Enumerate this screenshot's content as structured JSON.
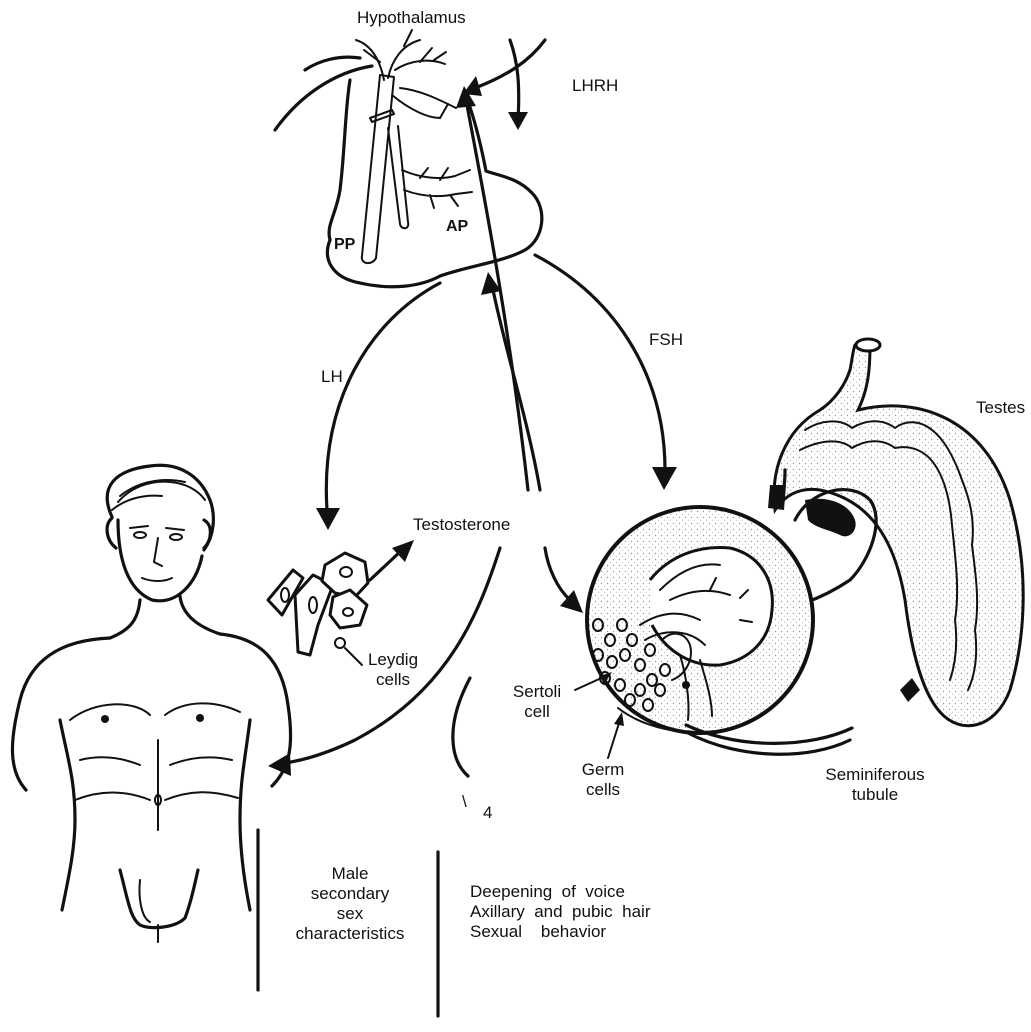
{
  "labels": {
    "hypothalamus": "Hypothalamus",
    "lhrh": "LHRH",
    "pp": "PP",
    "ap": "AP",
    "lh": "LH",
    "fsh": "FSH",
    "testes": "Testes",
    "testosterone": "Testosterone",
    "leydig": [
      "Leydig",
      "cells"
    ],
    "sertoli": [
      "Sertoli",
      "cell"
    ],
    "germ": [
      "Germ",
      "cells"
    ],
    "seminiferous": [
      "Seminiferous",
      "tubule"
    ],
    "marker": "\\",
    "number": "4",
    "male_secondary": [
      "Male",
      "secondary",
      "sex",
      "characteristics"
    ],
    "effects": [
      "Deepening  of  voice",
      "Axillary  and  pubic  hair",
      "Sexual    behavior"
    ]
  }
}
